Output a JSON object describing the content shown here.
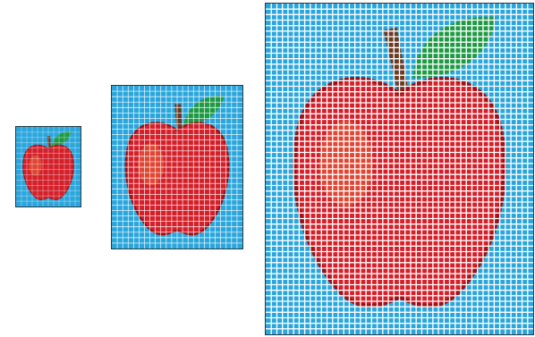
{
  "figure": {
    "description_free": true,
    "colors": {
      "background": "#2aa6dc",
      "grid_line": "#ffffff",
      "apple_red": "#d4202a",
      "apple_dark": "#9c1016",
      "apple_highlight": "#e8663a",
      "leaf": "#1f9a44",
      "leaf_light": "#49b85e",
      "stem": "#6b3a24",
      "border": "#2b3a44"
    },
    "panels": [
      {
        "id": "small",
        "grid_cols": 12,
        "grid_rows": 15
      },
      {
        "id": "medium",
        "grid_cols": 24,
        "grid_rows": 30
      },
      {
        "id": "large",
        "grid_cols": 48,
        "grid_rows": 60
      }
    ]
  }
}
